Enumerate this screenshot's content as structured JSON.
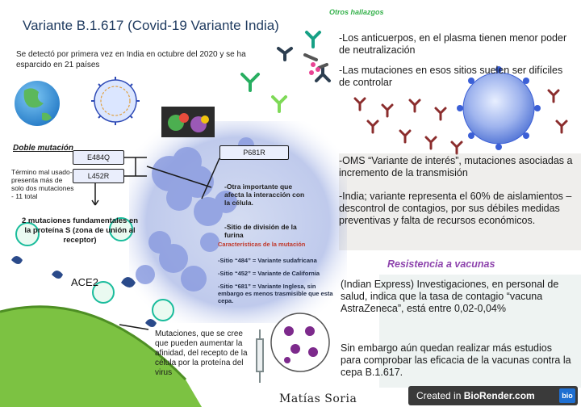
{
  "title": "Variante B.1.617 (Covid-19 Variante India)",
  "intro": "Se detectó por primera vez en India en octubre del 2020 y se ha esparcido en 21 países",
  "otros_hallazgos": "Otros hallazgos",
  "right_bullets": [
    "-Los anticuerpos, en el plasma tienen menor poder de neutralización",
    "-Las mutaciones en esos sitios suelen ser difíciles de controlar",
    "-OMS “Variante de interés”, mutaciones asociadas a incremento de la transmisión",
    "-India; variante representa el 60% de aislamientos – descontrol de contagios, por sus débiles medidas preventivas y falta de recursos económicos."
  ],
  "resistencia": "Resistencia a vacunas",
  "indian_express": "(Indian Express) Investigaciones, en personal de salud, indica que la tasa de contagio “vacuna AstraZeneca”, está entre 0,02-0,04%",
  "sin_embargo": "Sin embargo aún quedan realizar más estudios para comprobar las eficacia de la vacunas contra la cepa B.1.617.",
  "doble_mutacion": "Doble mutación",
  "termino": "Término mal usado-presenta más de solo dos mutaciones - 11 total",
  "mutation_boxes": {
    "e484q": "E484Q",
    "l452r": "L452R",
    "p681r": "P681R"
  },
  "dos_mutaciones": "2 mutaciones fundamentales en la proteína S (zona de unión al receptor)",
  "ace2": "ACE2",
  "otra_importante": "-Otra importante que afecta la interacción con la célula.",
  "sitio_division": "-Sitio de división de la furina",
  "caracteristicas": "Características de la mutación",
  "sitios": [
    "-Sitio “484” = Variante sudafricana",
    "-Sitio “452” = Variante de California",
    "-Sitio “681” = Variante Inglesa, sin embargo es menos trasmisible que esta cepa."
  ],
  "mutaciones_afinidad": "Mutaciones, que se cree que pueden aumentar la afinidad, del recepto de la célula por la proteína del virus",
  "signature": "Matías Soria",
  "badge": {
    "prefix": "Created in ",
    "brand": "BioRender.com",
    "logo": "bio"
  },
  "colors": {
    "title": "#1e3a5f",
    "otros": "#37b24d",
    "resistencia": "#8e44ad",
    "virus": "#3b5fd6",
    "antibody": "#8b2d2d",
    "cell": "#7cc242"
  }
}
